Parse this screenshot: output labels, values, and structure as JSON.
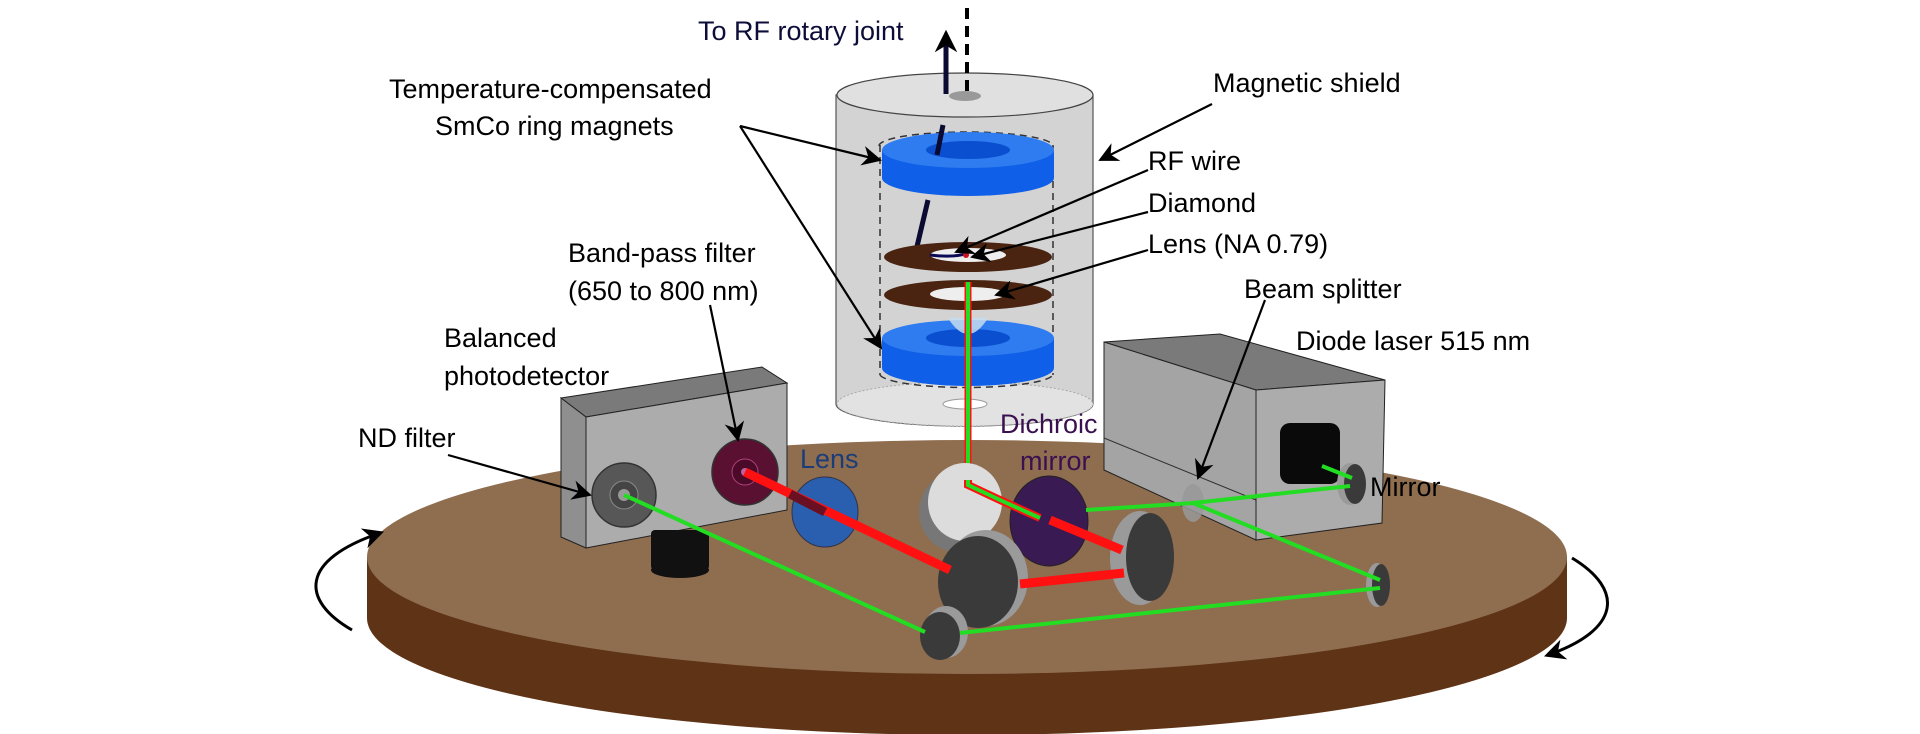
{
  "figure": {
    "title": "Rotating NV-diamond magnetometer setup",
    "colors": {
      "platform_top": "#8f6d4f",
      "platform_side": "#5e3316",
      "shield": "#d6d6d6",
      "magnet": "#1166ee",
      "magnet_inner": "#0a52d6",
      "holder": "#4a2410",
      "green_beam": "#22dd22",
      "red_beam": "#ff1111",
      "detector_box": "#a9a9a9",
      "laser_box": "#a9a9a9",
      "lens_blue": "#2a5fb0",
      "dichroic": "#3a1a52",
      "bandpass": "#5a1030",
      "mirror_dark": "#3a3a3a"
    }
  },
  "labels": {
    "rf_rotary_joint": "To RF rotary joint",
    "ring_magnets_line1": "Temperature-compensated",
    "ring_magnets_line2": "SmCo ring magnets",
    "magnetic_shield": "Magnetic shield",
    "rf_wire": "RF wire",
    "diamond": "Diamond",
    "lens_na": "Lens (NA 0.79)",
    "bandpass_line1": "Band-pass filter",
    "bandpass_line2": "(650 to 800 nm)",
    "beam_splitter": "Beam splitter",
    "diode_laser": "Diode laser 515 nm",
    "photodetector_line1": "Balanced",
    "photodetector_line2": "photodetector",
    "nd_filter": "ND filter",
    "lens": "Lens",
    "dichroic_line1": "Dichroic",
    "dichroic_line2": "mirror",
    "mirror": "Mirror"
  }
}
